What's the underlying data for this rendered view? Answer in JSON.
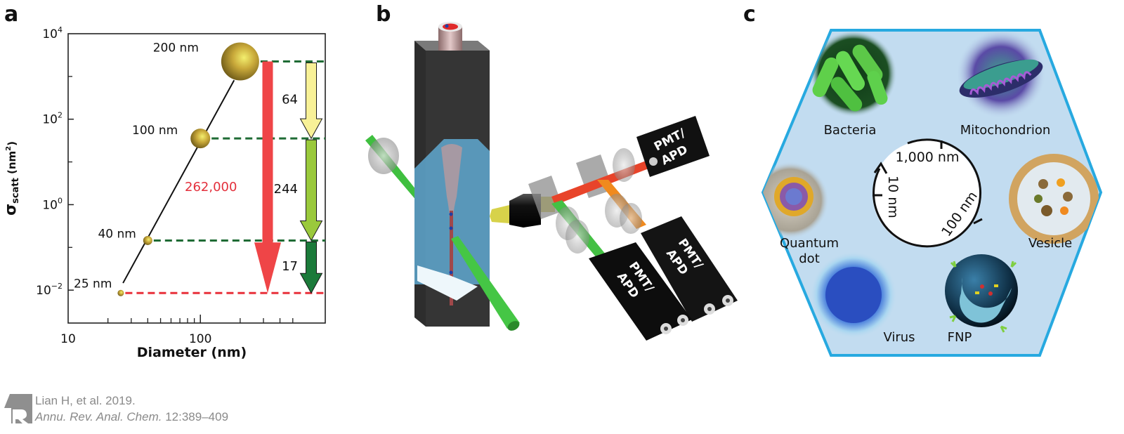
{
  "panels": {
    "a": {
      "letter": "a",
      "chart_data": {
        "type": "scatter",
        "title": "",
        "xlabel": "Diameter (nm)",
        "ylabel_main": "σ",
        "ylabel_sub": "scatt",
        "ylabel_unit": " (nm",
        "ylabel_unit_sup": "2",
        "ylabel_unit_close": ")",
        "xscale": "log",
        "yscale": "log",
        "xlim": [
          10,
          880
        ],
        "ylim_exp": [
          -2.77,
          4
        ],
        "x_ticks": [
          {
            "value": 10,
            "label": "10"
          },
          {
            "value": 100,
            "label": "100"
          }
        ],
        "x_minor_ticks": [
          20,
          30,
          40,
          50,
          60,
          70,
          80,
          90,
          200,
          300,
          400,
          500
        ],
        "y_ticks": [
          {
            "exp": 4,
            "base": "10",
            "sup": "4"
          },
          {
            "exp": 2,
            "base": "10",
            "sup": "2"
          },
          {
            "exp": 0,
            "base": "10",
            "sup": "0"
          },
          {
            "exp": -2,
            "base": "10",
            "sup": "−2"
          }
        ],
        "y_minor_exps": [
          3,
          1,
          -1
        ],
        "points": [
          {
            "diameter": 25,
            "sigma": 0.00855,
            "label": "25 nm"
          },
          {
            "diameter": 40,
            "sigma": 0.145,
            "label": "40 nm"
          },
          {
            "diameter": 100,
            "sigma": 35.4,
            "label": "100 nm"
          },
          {
            "diameter": 200,
            "sigma": 2240,
            "label": "200 nm"
          }
        ],
        "fit_line": {
          "from_diameter": 26,
          "to_diameter": 180
        },
        "ratio_arrows": [
          {
            "from": 2240,
            "to": 35.4,
            "label": "64",
            "color": "#f8f197"
          },
          {
            "from": 35.4,
            "to": 0.145,
            "label": "244",
            "color": "#9ac93c"
          },
          {
            "from": 0.145,
            "to": 0.00855,
            "label": "17",
            "color": "#1b7a3a"
          }
        ],
        "total_arrow": {
          "from": 2240,
          "to": 0.00855,
          "label": "262,000",
          "color": "#ef4547"
        },
        "ref_line_colors": {
          "green": "#1e6b34",
          "red": "#e8303a"
        }
      }
    },
    "b": {
      "letter": "b",
      "detectors": [
        {
          "label_line1": "PMT/",
          "label_line2": "APD"
        },
        {
          "label_line1": "PMT/",
          "label_line2": "APD"
        },
        {
          "label_line1": "PMT/",
          "label_line2": "APD"
        }
      ]
    },
    "c": {
      "letter": "c",
      "hex_border": "#27a9e0",
      "hex_fill": "#c2dcf0",
      "items": [
        {
          "label": "Bacteria"
        },
        {
          "label": "Mitochondrion"
        },
        {
          "label": "Quantum",
          "label2": "dot"
        },
        {
          "label": "Vesicle"
        },
        {
          "label": "Virus"
        },
        {
          "label": "FNP"
        }
      ],
      "scale_labels": {
        "top": "1,000 nm",
        "left": "10 nm",
        "right": "100 nm"
      }
    }
  },
  "credit": {
    "line1": "Lian H, et al. 2019.",
    "journal": "Annu. Rev. Anal. Chem.",
    "pages": " 12:389–409"
  }
}
